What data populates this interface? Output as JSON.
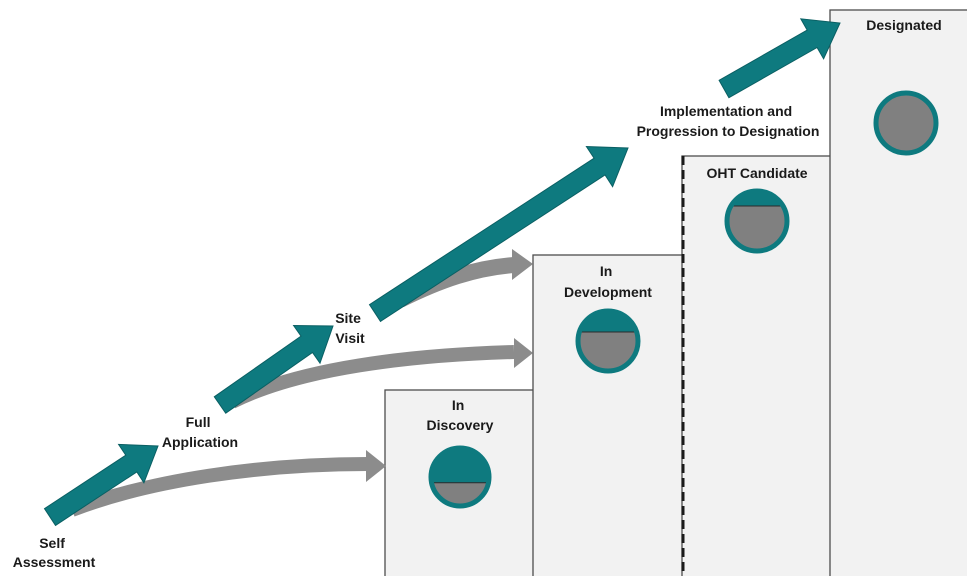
{
  "colors": {
    "teal": "#0e7a7f",
    "teal_dark": "#0a5f63",
    "grey_arrow": "#8c8c8c",
    "circle_fill": "#808080",
    "box_fill": "#f2f2f2",
    "box_border": "#4d4d4d"
  },
  "steps": [
    {
      "line1": "Self",
      "line2": "Assessment"
    },
    {
      "line1": "Full",
      "line2": "Application"
    },
    {
      "line1": "Site",
      "line2": "Visit"
    },
    {
      "line1": "Implementation and",
      "line2": "Progression to Designation"
    }
  ],
  "stages": [
    {
      "line1": "In",
      "line2": "Discovery",
      "progress": 0.6
    },
    {
      "line1": "In",
      "line2": "Development",
      "progress": 0.35
    },
    {
      "line1": "OHT Candidate",
      "line2": "",
      "progress": 0.25
    },
    {
      "line1": "Designated",
      "line2": "",
      "progress": 0.0
    }
  ]
}
